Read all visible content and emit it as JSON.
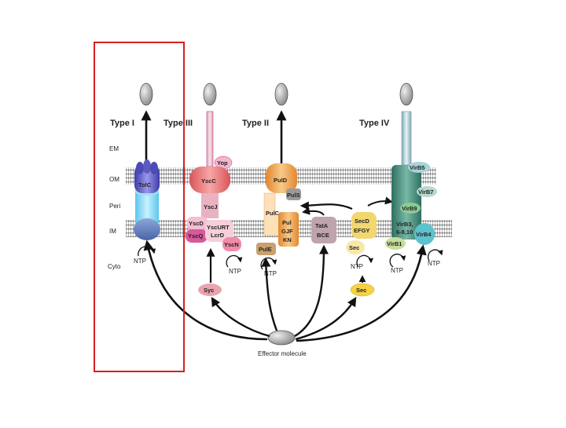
{
  "layers": {
    "em": "EM",
    "om": "OM",
    "peri": "Peri",
    "im": "IM",
    "cyto": "Cyto"
  },
  "types": {
    "t1": "Type I",
    "t3": "Type III",
    "t2": "Type II",
    "t4": "Type IV"
  },
  "type1": {
    "tolc": "TolC",
    "ntp": "NTP"
  },
  "type3": {
    "yop": "Yop",
    "yscc": "YscC",
    "yscj": "YscJ",
    "yscd": "YscD",
    "yscq": "YscQ",
    "yscurt": "YscURT",
    "lcrd": "LcrD",
    "yscn": "YscN",
    "ntp": "NTP",
    "syc": "Syc"
  },
  "type2": {
    "puld": "PulD",
    "puls": "PulS",
    "pulc": "PulC",
    "pul": "Pul",
    "gjf": "GJF",
    "kn": "KN",
    "pule": "PulE",
    "ntp": "NTP",
    "tata": "TatA",
    "bce": "BCE"
  },
  "sec": {
    "secd": "SecD",
    "efgy": "EFGY",
    "sec_inner": "Sec",
    "ntp": "NTP",
    "sec_cyto": "Sec"
  },
  "type4": {
    "virb5": "VirB5",
    "virb7": "VirB7",
    "virb9": "VirB9",
    "virb3": "VirB3,",
    "virb3b": "6-8,10",
    "virb1": "VirB1",
    "virb4": "VirB4",
    "ntp": "NTP"
  },
  "effector": "Effector molecule",
  "colors": {
    "highlight": "#d42020",
    "membrane": "#8a8a8a",
    "tolc": "#6a68c8",
    "tolc_tube": "#7fd6f2",
    "yscc": "#e8777a",
    "pul": "#f3a858",
    "secd": "#f3d872",
    "virb": "#3e8a78",
    "virb4": "#5cc2cc",
    "arrow": "#111111"
  }
}
